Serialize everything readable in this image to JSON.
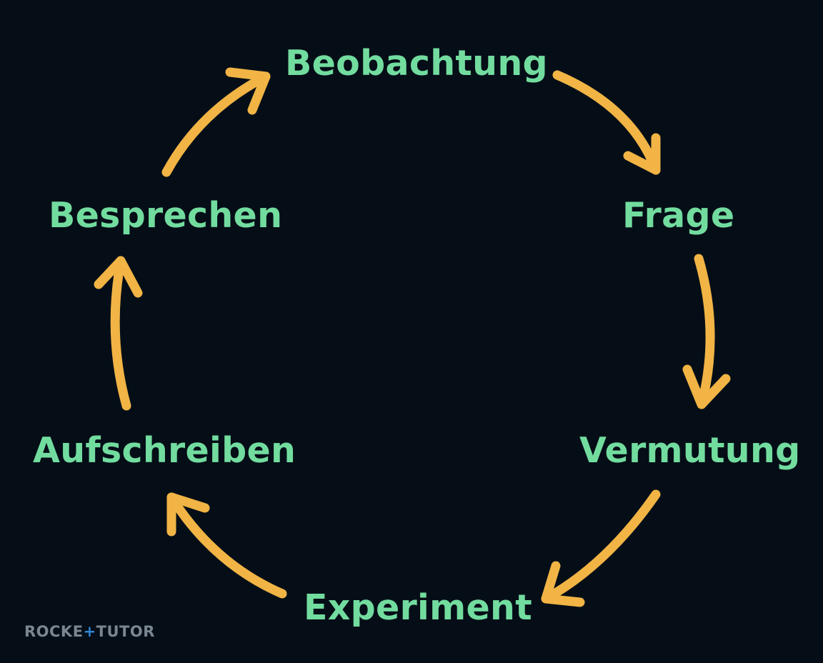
{
  "cycle": {
    "steps": [
      "Beobachtung",
      "Frage",
      "Vermutung",
      "Experiment",
      "Aufschreiben",
      "Besprechen"
    ],
    "arrow_color": "#f1b445",
    "label_color": "#72dc9f",
    "background_color": "#050e17"
  },
  "watermark": {
    "text": "ROCKET TUTOR",
    "text_color": "#7a8691",
    "accent_color": "#2f86d6"
  }
}
